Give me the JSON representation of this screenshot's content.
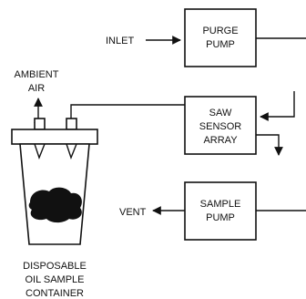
{
  "diagram": {
    "colors": {
      "stroke": "#111111",
      "background": "#ffffff",
      "sample": "#111111"
    },
    "blocks": {
      "purge_pump": {
        "line1": "PURGE",
        "line2": "PUMP"
      },
      "saw_sensor": {
        "line1": "SAW",
        "line2": "SENSOR",
        "line3": "ARRAY"
      },
      "sample_pump": {
        "line1": "SAMPLE",
        "line2": "PUMP"
      }
    },
    "labels": {
      "inlet": "INLET",
      "vent": "VENT",
      "ambient_line1": "AMBIENT",
      "ambient_line2": "AIR",
      "container_line1": "DISPOSABLE",
      "container_line2": "OIL SAMPLE",
      "container_line3": "CONTAINER"
    }
  }
}
